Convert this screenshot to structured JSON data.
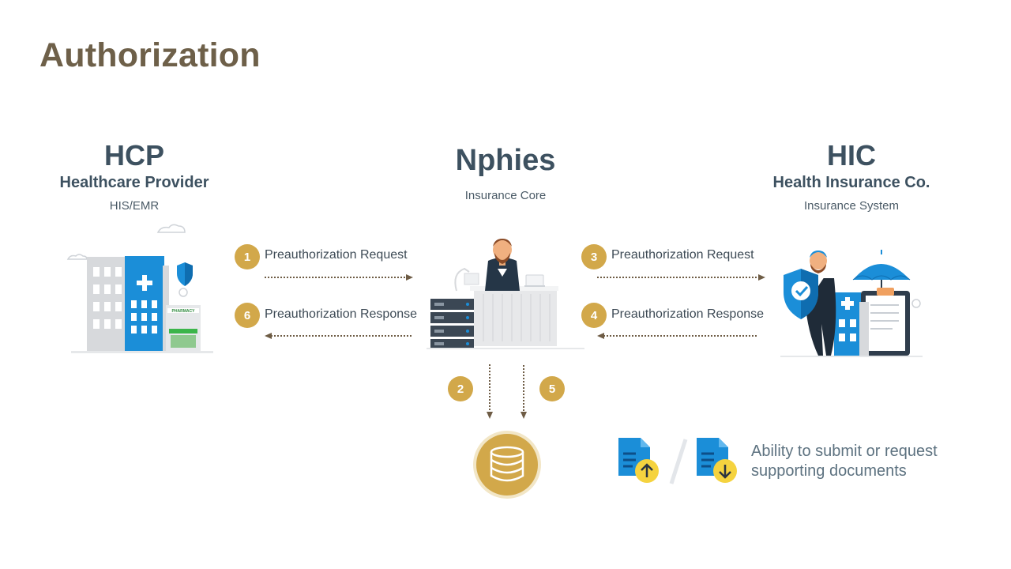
{
  "title": "Authorization",
  "entities": {
    "hcp": {
      "abbr": "HCP",
      "name": "Healthcare Provider",
      "system": "HIS/EMR",
      "pharmacy_sign": "PHARMACY"
    },
    "nphies": {
      "abbr": "Nphies",
      "system": "Insurance Core"
    },
    "hic": {
      "abbr": "HIC",
      "name": "Health Insurance Co.",
      "system": "Insurance System"
    }
  },
  "flows": [
    {
      "step": "1",
      "label": "Preauthorization Request"
    },
    {
      "step": "6",
      "label": "Preauthorization Response"
    },
    {
      "step": "3",
      "label": "Preauthorization Request"
    },
    {
      "step": "4",
      "label": "Preauthorization Response"
    },
    {
      "step": "2"
    },
    {
      "step": "5"
    }
  ],
  "documents_note": {
    "line1": "Ability to submit or request",
    "line2": "supporting documents"
  },
  "colors": {
    "title": "#6e6049",
    "heading": "#3d5160",
    "badge": "#d2a84a",
    "arrow": "#6e5c45",
    "blue": "#1b8ed8",
    "yellow": "#f5d33f"
  }
}
